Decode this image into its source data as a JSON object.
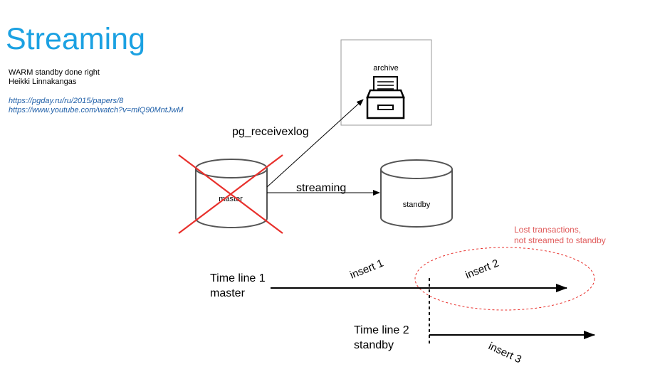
{
  "title": "Streaming",
  "subtitle": {
    "line1": "WARM standby done right",
    "line2": "Heikki Linnakangas"
  },
  "links": [
    "https://pgday.ru/ru/2015/papers/8",
    "https://www.youtube.com/watch?v=mlQ90MntJwM"
  ],
  "diagram": {
    "archive_label": "archive",
    "master_label": "master",
    "standby_label": "standby",
    "pg_receivexlog_label": "pg_receivexlog",
    "streaming_label": "streaming",
    "lost_note_line1": "Lost transactions,",
    "lost_note_line2": "not streamed to standby",
    "timeline1_line1": "Time line 1",
    "timeline1_line2": "master",
    "timeline2_line1": "Time line 2",
    "timeline2_line2": "standby",
    "insert1": "insert 1",
    "insert2": "insert 2",
    "insert3": "insert 3"
  },
  "colors": {
    "title": "#1ba1e2",
    "link": "#1f5fa8",
    "cross": "#e8302c",
    "lost_note": "#e05a5a"
  }
}
